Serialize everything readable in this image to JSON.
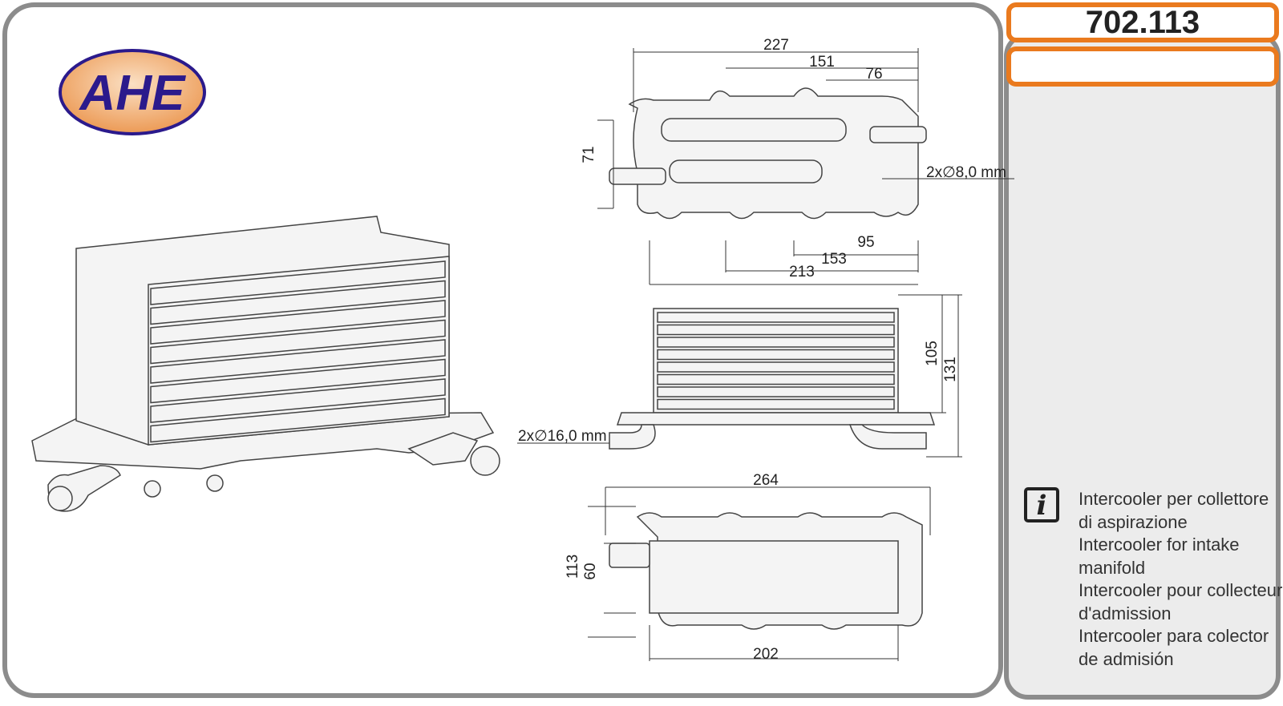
{
  "brand": {
    "logo_text": "AHE",
    "colors": {
      "logo_fill": "#2b1a8c",
      "logo_bg": "#f0a060",
      "accent": "#ea7a1e"
    }
  },
  "product": {
    "code": "702.113",
    "secondary_code": ""
  },
  "description": {
    "icon": "info-icon",
    "lines": [
      "Intercooler per collettore",
      "di aspirazione",
      "Intercooler for intake",
      "manifold",
      "Intercooler pour collecteur",
      "d'admission",
      "Intercooler para colector",
      "de admisión"
    ]
  },
  "dimensions": {
    "top_view": {
      "w227": "227",
      "w151": "151",
      "w76": "76",
      "h71": "71",
      "hole": "2x∅8,0 mm",
      "w95": "95",
      "w153": "153",
      "w213": "213"
    },
    "side_view": {
      "h105": "105",
      "h131": "131",
      "pipe": "2x∅16,0 mm"
    },
    "bottom_view": {
      "w264": "264",
      "h113": "113",
      "h60": "60",
      "w202": "202"
    }
  }
}
